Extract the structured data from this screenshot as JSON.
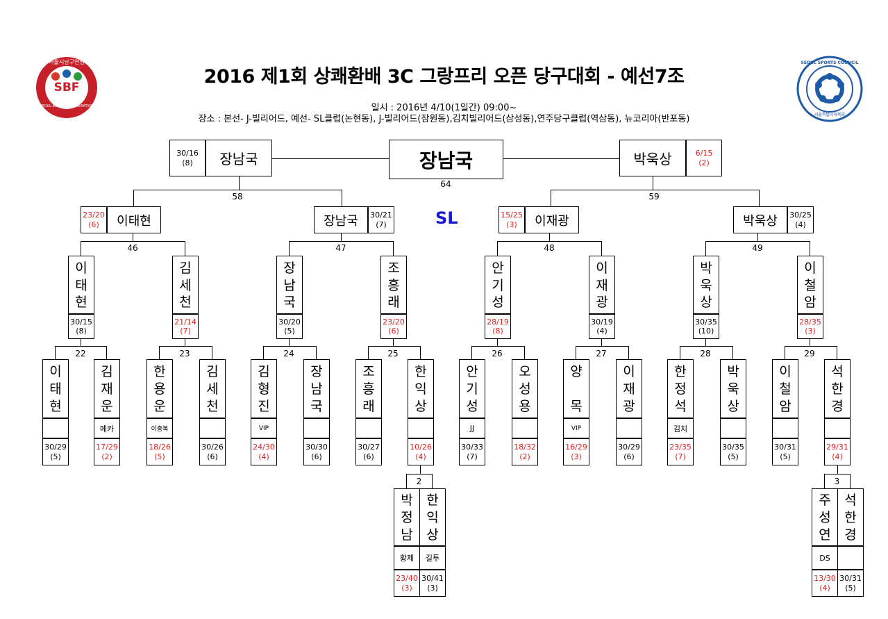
{
  "header": {
    "title": "2016 제1회 상쾌환배 3C 그랑프리 오픈 당구대회 - 예선7조",
    "schedule": "일시 : 2016년 4/10(1일간) 09:00~",
    "venue": "장소 : 본선- J-빌리어드, 예선- SL클럽(논현동), J-빌리어드(잠원동),김치빌리어드(삼성동),연주당구클럽(역삼동), 뉴코리아(반포동)",
    "left_logo": {
      "top_text": "서울시당구연맹",
      "abbr": "SBF",
      "ring_text": "SEOUL-BILLIARDS-FEDERATION"
    },
    "right_logo": {
      "ring_text": "SEOUL SPORTS COUNCIL",
      "bottom_text": "서울특별시체육회"
    }
  },
  "venue_tag": "SL",
  "final": {
    "winner": "장남국",
    "match_no": "64"
  },
  "semis": [
    {
      "name": "장남국",
      "score": "30/16",
      "inning": "(8)",
      "red": false,
      "match_no": "58"
    },
    {
      "name": "박욱상",
      "score": "6/15",
      "inning": "(2)",
      "red": true,
      "match_no": "59"
    }
  ],
  "quarters": [
    {
      "name": "이태현",
      "score": "23/20",
      "inning": "(6)",
      "red": true,
      "match_no": "46"
    },
    {
      "name": "장남국",
      "score": "30/21",
      "inning": "(7)",
      "red": false,
      "match_no": "47"
    },
    {
      "name": "이재광",
      "score": "15/25",
      "inning": "(3)",
      "red": true,
      "match_no": "48"
    },
    {
      "name": "박욱상",
      "score": "30/25",
      "inning": "(4)",
      "red": false,
      "match_no": "49"
    }
  ],
  "round16": [
    {
      "name": "이태현",
      "score": "30/15",
      "inning": "(8)",
      "red": false,
      "match_no": "22"
    },
    {
      "name": "김세천",
      "score": "21/14",
      "inning": "(7)",
      "red": true,
      "match_no": "23"
    },
    {
      "name": "장남국",
      "score": "30/20",
      "inning": "(5)",
      "red": false,
      "match_no": "24"
    },
    {
      "name": "조흥래",
      "score": "23/20",
      "inning": "(6)",
      "red": true,
      "match_no": "25"
    },
    {
      "name": "안기성",
      "score": "28/19",
      "inning": "(8)",
      "red": true,
      "match_no": "26"
    },
    {
      "name": "이재광",
      "score": "30/19",
      "inning": "(4)",
      "red": false,
      "match_no": "27"
    },
    {
      "name": "박욱상",
      "score": "30/35",
      "inning": "(10)",
      "red": false,
      "match_no": "28"
    },
    {
      "name": "이철암",
      "score": "28/35",
      "inning": "(3)",
      "red": true,
      "match_no": "29"
    }
  ],
  "round32": [
    {
      "name": "이태현",
      "club": "",
      "score": "30/29",
      "inning": "(5)",
      "red": false
    },
    {
      "name": "김재운",
      "club": "메카",
      "score": "17/29",
      "inning": "(2)",
      "red": true
    },
    {
      "name": "한용운",
      "club": "이충복",
      "score": "18/26",
      "inning": "(5)",
      "red": true
    },
    {
      "name": "김세천",
      "club": "",
      "score": "30/26",
      "inning": "(6)",
      "red": false
    },
    {
      "name": "김형진",
      "club": "VIP",
      "score": "24/30",
      "inning": "(4)",
      "red": true
    },
    {
      "name": "장남국",
      "club": "",
      "score": "30/30",
      "inning": "(6)",
      "red": false
    },
    {
      "name": "조흥래",
      "club": "",
      "score": "30/27",
      "inning": "(6)",
      "red": false
    },
    {
      "name": "한익상",
      "club": "",
      "score": "10/26",
      "inning": "(4)",
      "red": true
    },
    {
      "name": "안기성",
      "club": "JJ",
      "score": "30/33",
      "inning": "(7)",
      "red": false
    },
    {
      "name": "오성용",
      "club": "",
      "score": "18/32",
      "inning": "(2)",
      "red": true
    },
    {
      "name": "양 목",
      "club": "VIP",
      "score": "16/29",
      "inning": "(3)",
      "red": true
    },
    {
      "name": "이재광",
      "club": "",
      "score": "30/29",
      "inning": "(6)",
      "red": false
    },
    {
      "name": "한정석",
      "club": "김치",
      "score": "23/35",
      "inning": "(7)",
      "red": true
    },
    {
      "name": "박욱상",
      "club": "",
      "score": "30/35",
      "inning": "(5)",
      "red": false
    },
    {
      "name": "이철암",
      "club": "",
      "score": "30/31",
      "inning": "(5)",
      "red": false
    },
    {
      "name": "석한경",
      "club": "",
      "score": "29/31",
      "inning": "(4)",
      "red": true
    }
  ],
  "prelims": [
    {
      "match_no": "2",
      "players": [
        {
          "name": "박정남",
          "club": "황제",
          "score": "23/40",
          "inning": "(3)",
          "red": true
        },
        {
          "name": "한익상",
          "club": "길투",
          "score": "30/41",
          "inning": "(3)",
          "red": false
        }
      ]
    },
    {
      "match_no": "3",
      "players": [
        {
          "name": "주성연",
          "club": "DS",
          "score": "13/30",
          "inning": "(4)",
          "red": true
        },
        {
          "name": "석한경",
          "club": "",
          "score": "30/31",
          "inning": "(5)",
          "red": false
        }
      ]
    }
  ]
}
